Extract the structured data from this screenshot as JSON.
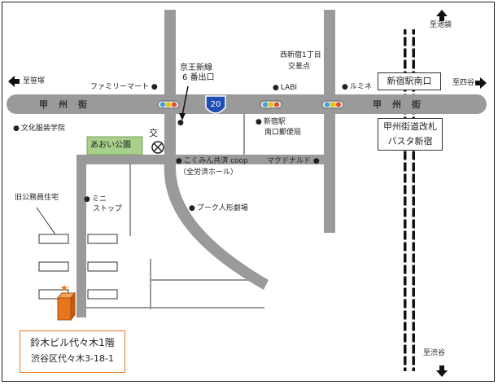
{
  "map": {
    "street_main": "甲　州　街",
    "street_main_right": "甲　州　街",
    "route_number": "20",
    "park": "あおい公園",
    "koban": "交",
    "exit_label": "京王新線\n6 番出口",
    "exit_line1": "京王新線",
    "exit_line2": "6 番出口",
    "intersection_line1": "西新宿1丁目",
    "intersection_line2": "交差点",
    "landmarks": {
      "family_mart": "ファミリーマート",
      "labi": "LABI",
      "lumine": "ルミネ",
      "bunka": "文化服装学院",
      "post_office_1": "新宿駅",
      "post_office_2": "南口郵便局",
      "kokumin_1": "こくみん共済 coop",
      "kokumin_2": "（全労済ホール）",
      "mcdonalds": "マクドナルド",
      "ministop_1": "ミニ",
      "ministop_2": "ストップ",
      "puppet_theater": "プーク人形劇場",
      "old_housing": "旧公務員住宅"
    },
    "station_south_exit": "新宿駅南口",
    "station_koshu_1": "甲州街道改札",
    "station_koshu_2": "バスタ新宿",
    "directions": {
      "sasazuka": "至笹塚",
      "ikebukuro": "至池袋",
      "yotsuya": "至四谷",
      "shibuya": "至渋谷"
    },
    "destination_line1": "鈴木ビル代々木1階",
    "destination_line2": "渋谷区代々木3-18-1"
  }
}
